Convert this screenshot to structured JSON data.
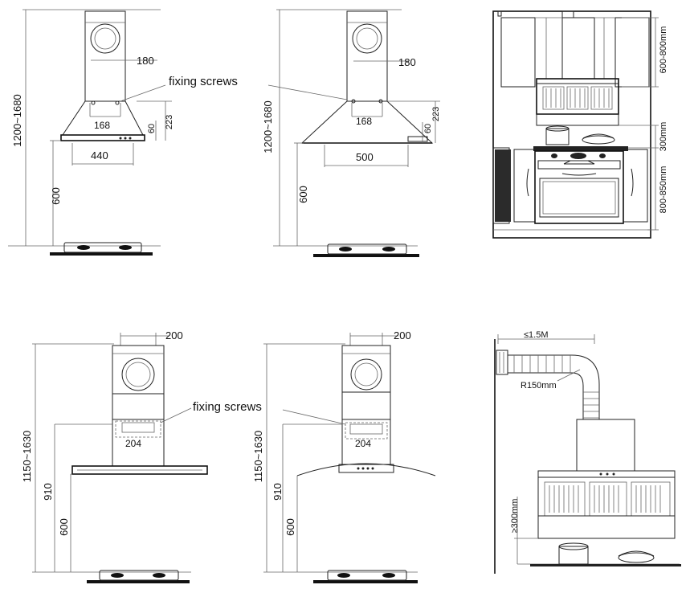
{
  "panel_a": {
    "chimney_width": "180",
    "bracket_width": "168",
    "fixing_screws": "fixing screws",
    "canopy_height": "223",
    "rim_height": "60",
    "hood_width": "440",
    "total_height": "1200~1680",
    "cooktop_height": "600"
  },
  "panel_b": {
    "chimney_width": "180",
    "bracket_width": "168",
    "canopy_height": "223",
    "rim_height": "60",
    "hood_width": "500",
    "total_height": "1200~1680",
    "cooktop_height": "600"
  },
  "panel_c": {
    "upper_cabinet": "600-800mm",
    "hood_clearance": "300mm",
    "counter_height": "800-850mm"
  },
  "panel_d": {
    "chimney_width": "200",
    "fixing_screws": "fixing screws",
    "bracket_width": "204",
    "total_height": "1150~1630",
    "hood_height": "910",
    "cooktop_height": "600"
  },
  "panel_e": {
    "chimney_width": "200",
    "bracket_width": "204",
    "total_height": "1150~1630",
    "hood_height": "910",
    "cooktop_height": "600"
  },
  "panel_f": {
    "duct_length": "≤1.5M",
    "duct_radius": "R150mm",
    "min_clearance": "≥300mm"
  }
}
